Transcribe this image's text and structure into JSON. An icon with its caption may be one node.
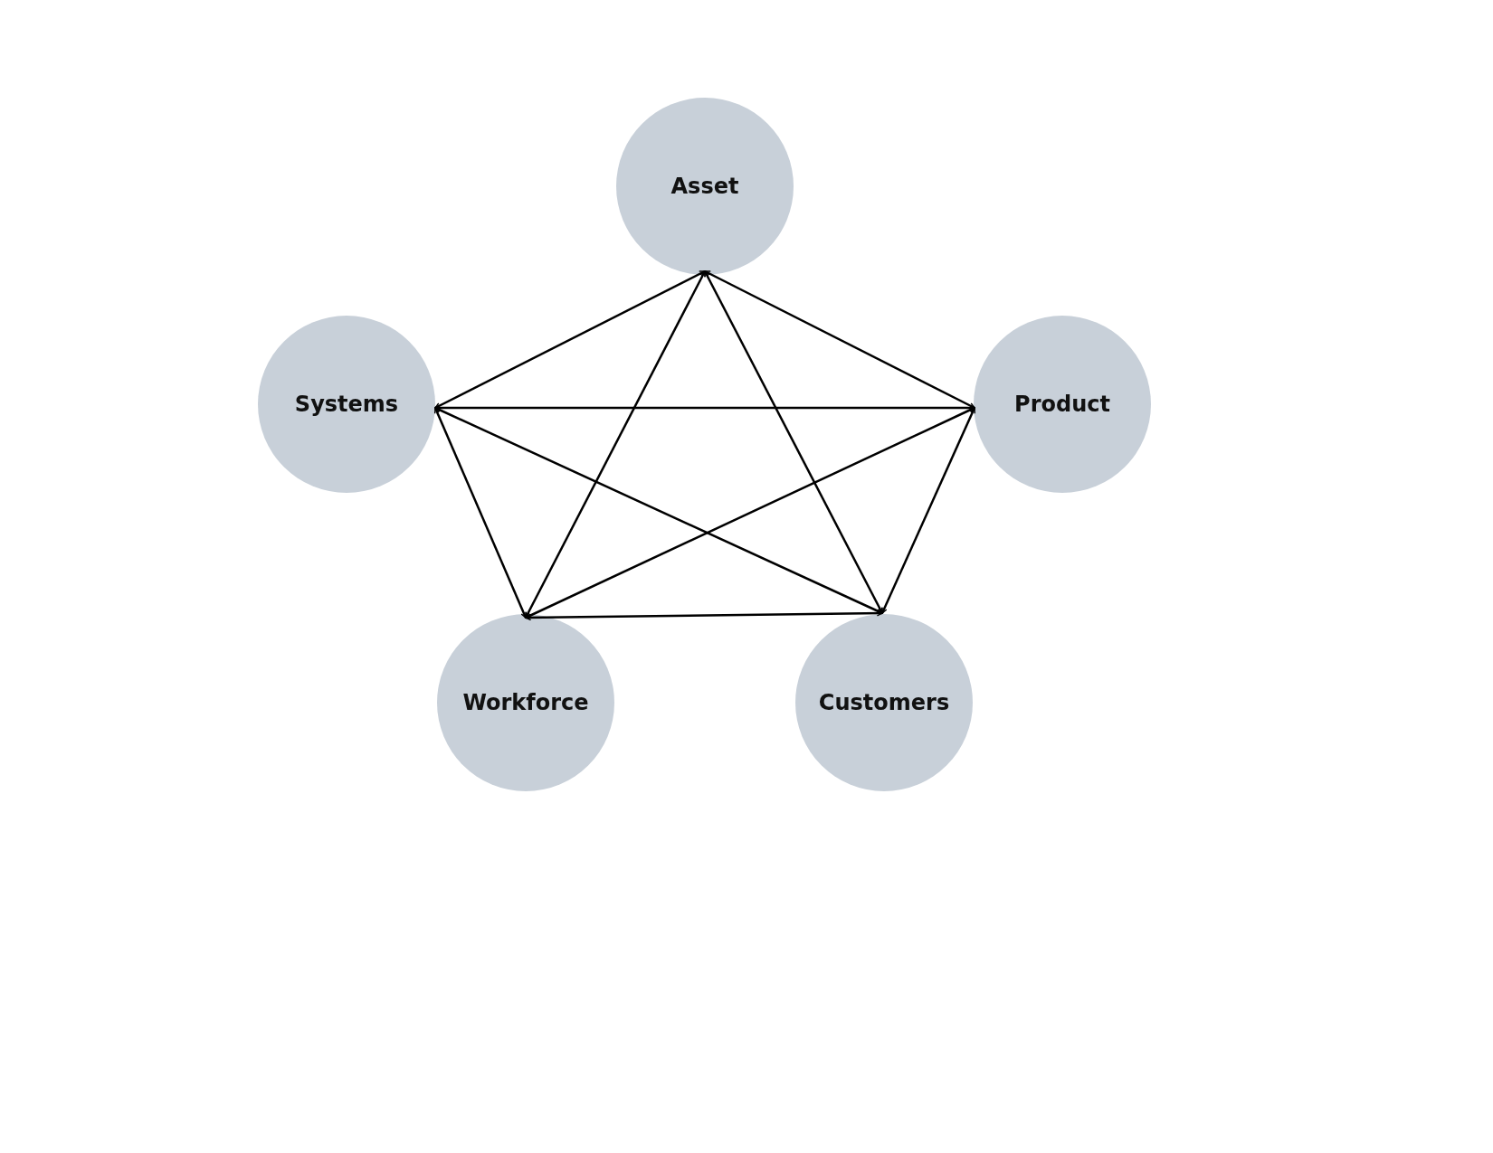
{
  "diagram": {
    "nodes": [
      {
        "text": [
          "Asset"
        ]
      },
      {
        "text": [
          "Systems"
        ]
      },
      {
        "text": [
          "Product"
        ]
      },
      {
        "text": [
          "Workforce"
        ]
      },
      {
        "text": [
          "Customers"
        ]
      }
    ],
    "edges": [
      {
        "from": 1,
        "to": 0,
        "arrow": "both"
      },
      {
        "from": 3,
        "to": 0,
        "arrow": "both"
      },
      {
        "from": 4,
        "to": 0,
        "arrow": "both"
      },
      {
        "from": 2,
        "to": 0,
        "arrow": "both"
      },
      {
        "from": 1,
        "to": 2,
        "arrow": "both"
      },
      {
        "from": 1,
        "to": 3,
        "arrow": "both"
      },
      {
        "from": 1,
        "to": 4,
        "arrow": "both"
      },
      {
        "from": 3,
        "to": 2,
        "arrow": "both"
      },
      {
        "from": 4,
        "to": 2,
        "arrow": "both"
      },
      {
        "from": 3,
        "to": 4,
        "arrow": "both"
      }
    ]
  }
}
